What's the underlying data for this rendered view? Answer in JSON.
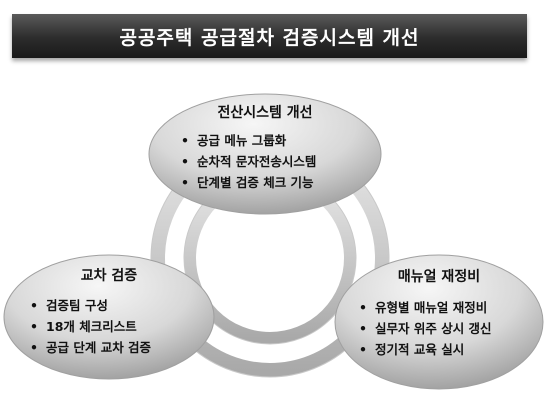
{
  "title": "공공주택 공급절차 검증시스템 개선",
  "top": {
    "label": "전산시스템 개선",
    "items": [
      "공급 메뉴 그룹화",
      "순차적 문자전송시스템",
      "단계별 검증 체크 기능"
    ]
  },
  "left": {
    "label": "교차 검증",
    "items": [
      "검증팀 구성",
      "18개 체크리스트",
      "공급 단계 교차 검증"
    ]
  },
  "right": {
    "label": "매뉴얼 재정비",
    "items": [
      "유형별 매뉴얼 재정비",
      "실무자 위주 상시 갱신",
      "정기적 교육 실시"
    ]
  },
  "colors": {
    "banner": "#2c2c2c",
    "bubble_light": "#f4f4f4",
    "bubble_dark": "#9a9a9a",
    "ring": "#bdbdbd"
  }
}
